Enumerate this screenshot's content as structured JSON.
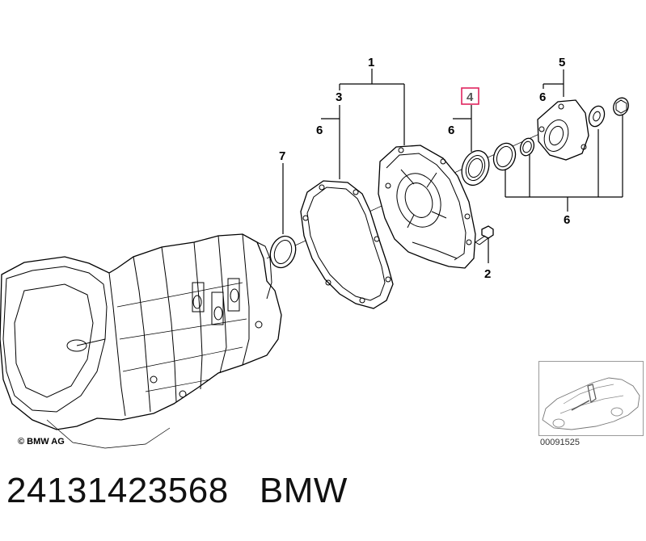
{
  "callouts": {
    "c1": "1",
    "c2": "2",
    "c3": "3",
    "c4": "4",
    "c5": "5",
    "c6a": "6",
    "c6b": "6",
    "c6c": "6",
    "c6d": "6",
    "c7": "7"
  },
  "highlight_color": "#e0245e",
  "copyright": "© BMW AG",
  "diagram_ref": "00091525",
  "part_number": "24131423568",
  "brand": "BMW"
}
